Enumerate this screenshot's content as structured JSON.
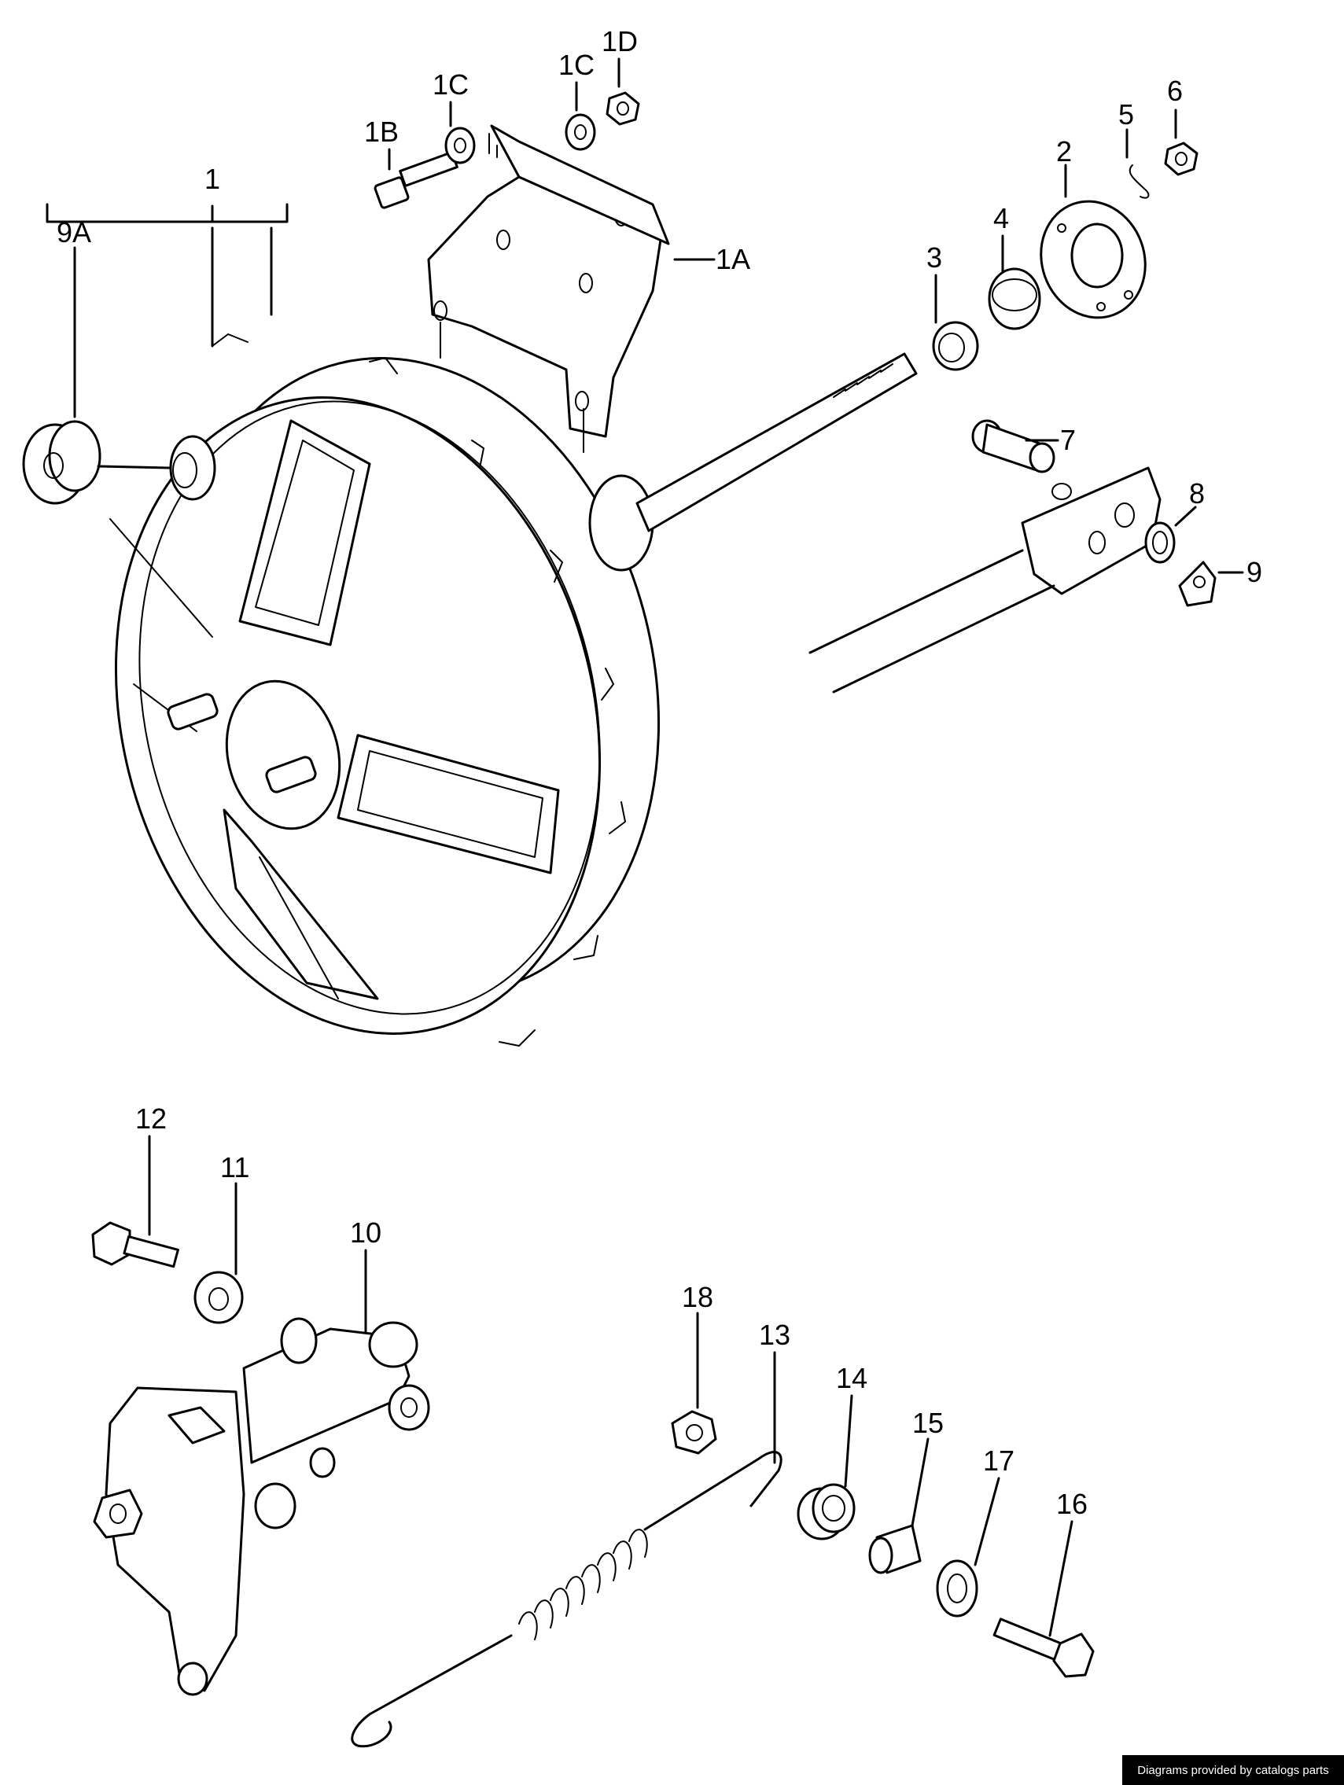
{
  "diagram": {
    "callouts": [
      "1",
      "1A",
      "1B",
      "1C",
      "1C",
      "1D",
      "2",
      "3",
      "4",
      "5",
      "6",
      "7",
      "8",
      "9",
      "9A",
      "10",
      "11",
      "12",
      "13",
      "14",
      "15",
      "16",
      "17",
      "18"
    ]
  },
  "footer": {
    "credit": "Diagrams provided by catalogs parts"
  }
}
